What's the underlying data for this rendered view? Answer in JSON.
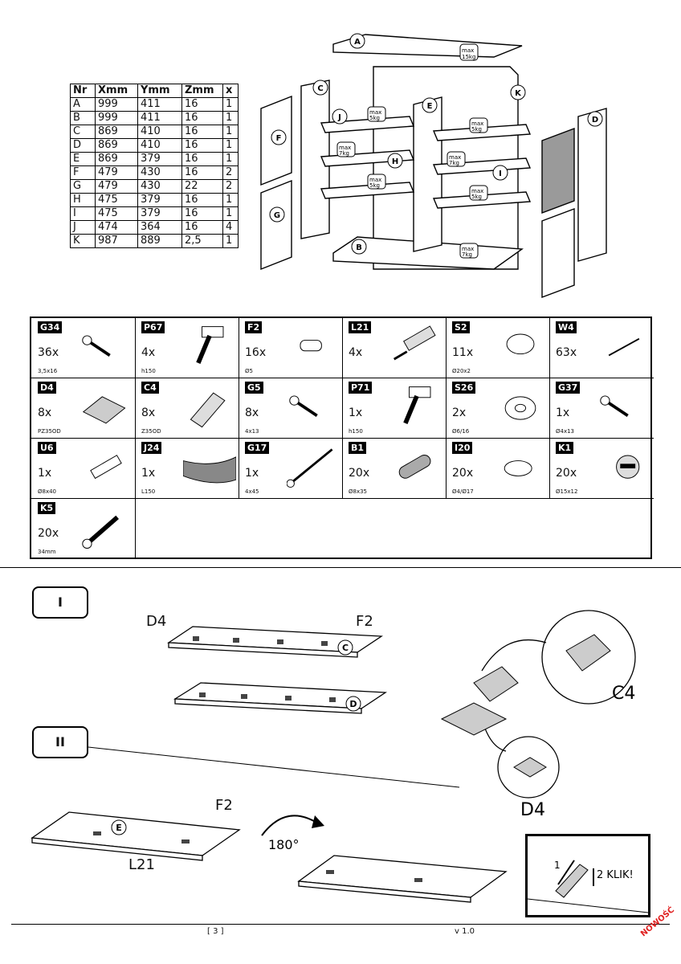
{
  "dims_table": {
    "headers": [
      "Nr",
      "Xmm",
      "Ymm",
      "Zmm",
      "x"
    ],
    "rows": [
      [
        "A",
        "999",
        "411",
        "16",
        "1"
      ],
      [
        "B",
        "999",
        "411",
        "16",
        "1"
      ],
      [
        "C",
        "869",
        "410",
        "16",
        "1"
      ],
      [
        "D",
        "869",
        "410",
        "16",
        "1"
      ],
      [
        "E",
        "869",
        "379",
        "16",
        "1"
      ],
      [
        "F",
        "479",
        "430",
        "16",
        "2"
      ],
      [
        "G",
        "479",
        "430",
        "22",
        "2"
      ],
      [
        "H",
        "475",
        "379",
        "16",
        "1"
      ],
      [
        "I",
        "475",
        "379",
        "16",
        "1"
      ],
      [
        "J",
        "474",
        "364",
        "16",
        "4"
      ],
      [
        "K",
        "987",
        "889",
        "2,5",
        "1"
      ]
    ]
  },
  "exploded_view": {
    "panel_letters": [
      "A",
      "B",
      "C",
      "D",
      "E",
      "F",
      "G",
      "H",
      "I",
      "J",
      "K"
    ],
    "load_labels": {
      "max": "max",
      "w15": "15kg",
      "w5": "5kg",
      "w7": "7kg"
    }
  },
  "hardware": [
    {
      "code": "G34",
      "qty": "36x",
      "dim": "3,5x16",
      "icon": "screw-icon"
    },
    {
      "code": "P67",
      "qty": "4x",
      "dim": "h150",
      "icon": "bracket-icon"
    },
    {
      "code": "F2",
      "qty": "16x",
      "dim": "Ø5",
      "icon": "shelf-pin-icon"
    },
    {
      "code": "L21",
      "qty": "4x",
      "dim": "",
      "icon": "push-latch-icon"
    },
    {
      "code": "S2",
      "qty": "11x",
      "dim": "Ø20x2",
      "icon": "felt-pad-icon"
    },
    {
      "code": "W4",
      "qty": "63x",
      "dim": "",
      "icon": "nail-icon"
    },
    {
      "code": "D4",
      "qty": "8x",
      "dim": "PZ35OD",
      "icon": "hinge-plate-icon"
    },
    {
      "code": "C4",
      "qty": "8x",
      "dim": "Z35OD",
      "icon": "hinge-icon"
    },
    {
      "code": "G5",
      "qty": "8x",
      "dim": "4x13",
      "icon": "screw-icon"
    },
    {
      "code": "P71",
      "qty": "1x",
      "dim": "h150",
      "icon": "bracket-icon"
    },
    {
      "code": "S26",
      "qty": "2x",
      "dim": "Ø6/16",
      "icon": "washer-icon"
    },
    {
      "code": "G37",
      "qty": "1x",
      "dim": "Ø4x13",
      "icon": "screw-icon"
    },
    {
      "code": "U6",
      "qty": "1x",
      "dim": "Ø8x40",
      "icon": "wall-plug-icon"
    },
    {
      "code": "J24",
      "qty": "1x",
      "dim": "L150",
      "icon": "strap-icon"
    },
    {
      "code": "G17",
      "qty": "1x",
      "dim": "4x45",
      "icon": "long-screw-icon"
    },
    {
      "code": "B1",
      "qty": "20x",
      "dim": "Ø8x35",
      "icon": "dowel-icon"
    },
    {
      "code": "I20",
      "qty": "20x",
      "dim": "Ø4/Ø17",
      "icon": "ring-icon"
    },
    {
      "code": "K1",
      "qty": "20x",
      "dim": "Ø15x12",
      "icon": "cam-lock-icon"
    },
    {
      "code": "K5",
      "qty": "20x",
      "dim": "34mm",
      "icon": "cam-bolt-icon"
    }
  ],
  "steps": {
    "step1": {
      "label": "I",
      "d4": "D4",
      "f2": "F2",
      "panel_c": "C",
      "panel_d": "D",
      "zoom_c4": "C4",
      "zoom_d4": "D4"
    },
    "step2": {
      "label": "II",
      "f2": "F2",
      "l21": "L21",
      "panel_e": "E",
      "rotate": "180°",
      "click1": "1",
      "click2": "2 KLIK!"
    }
  },
  "footer": {
    "page": "[ 3 ]",
    "version": "v 1.0",
    "badge": "NOWOŚĆ"
  }
}
